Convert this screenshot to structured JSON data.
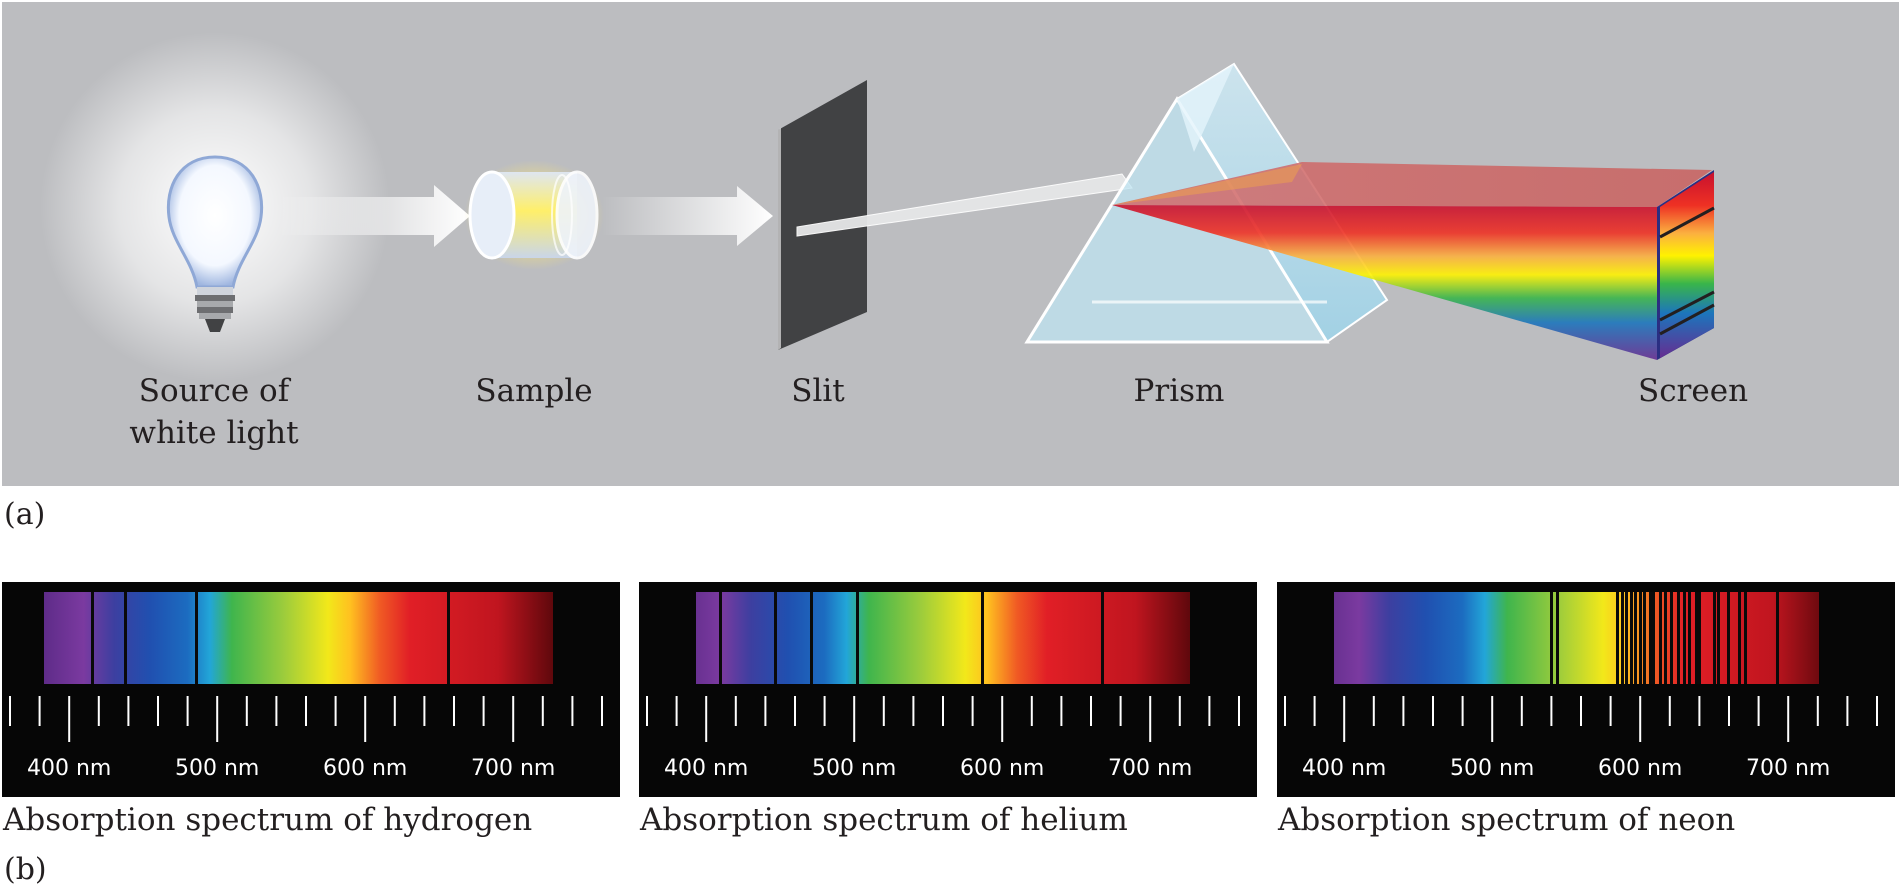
{
  "panel_a": {
    "components": [
      {
        "id": "source",
        "label": "Source of\nwhite light"
      },
      {
        "id": "sample",
        "label": "Sample"
      },
      {
        "id": "slit",
        "label": "Slit"
      },
      {
        "id": "prism",
        "label": "Prism"
      },
      {
        "id": "screen",
        "label": "Screen"
      }
    ],
    "figure_letter": "(a)",
    "colors": {
      "background": "#bcbdc0",
      "slit": "#414244",
      "prism": "#bfe4f2"
    }
  },
  "panel_b": {
    "figure_letter": "(b)",
    "wavelength_range_nm": [
      360,
      760
    ],
    "tick_labels": [
      "400 nm",
      "500 nm",
      "600 nm",
      "700 nm"
    ],
    "spectra": [
      {
        "id": "hydrogen",
        "caption": "Absorption spectrum of hydrogen",
        "band_nm": [
          383,
          727
        ],
        "absorption_lines_nm": [
          416,
          438,
          486,
          656
        ]
      },
      {
        "id": "helium",
        "caption": "Absorption spectrum of helium",
        "band_nm": [
          393,
          727
        ],
        "absorption_lines_nm": [
          410,
          447,
          471,
          502,
          587,
          668
        ]
      },
      {
        "id": "neon",
        "caption": "Absorption spectrum of neon",
        "band_nm": [
          393,
          721
        ],
        "absorption_lines_nm": [
          540,
          544,
          585,
          588,
          591,
          594,
          597,
          600,
          603,
          607,
          609,
          614,
          617,
          621,
          626,
          630,
          633,
          638,
          640,
          650,
          653,
          660,
          667,
          671,
          693
        ]
      }
    ]
  }
}
